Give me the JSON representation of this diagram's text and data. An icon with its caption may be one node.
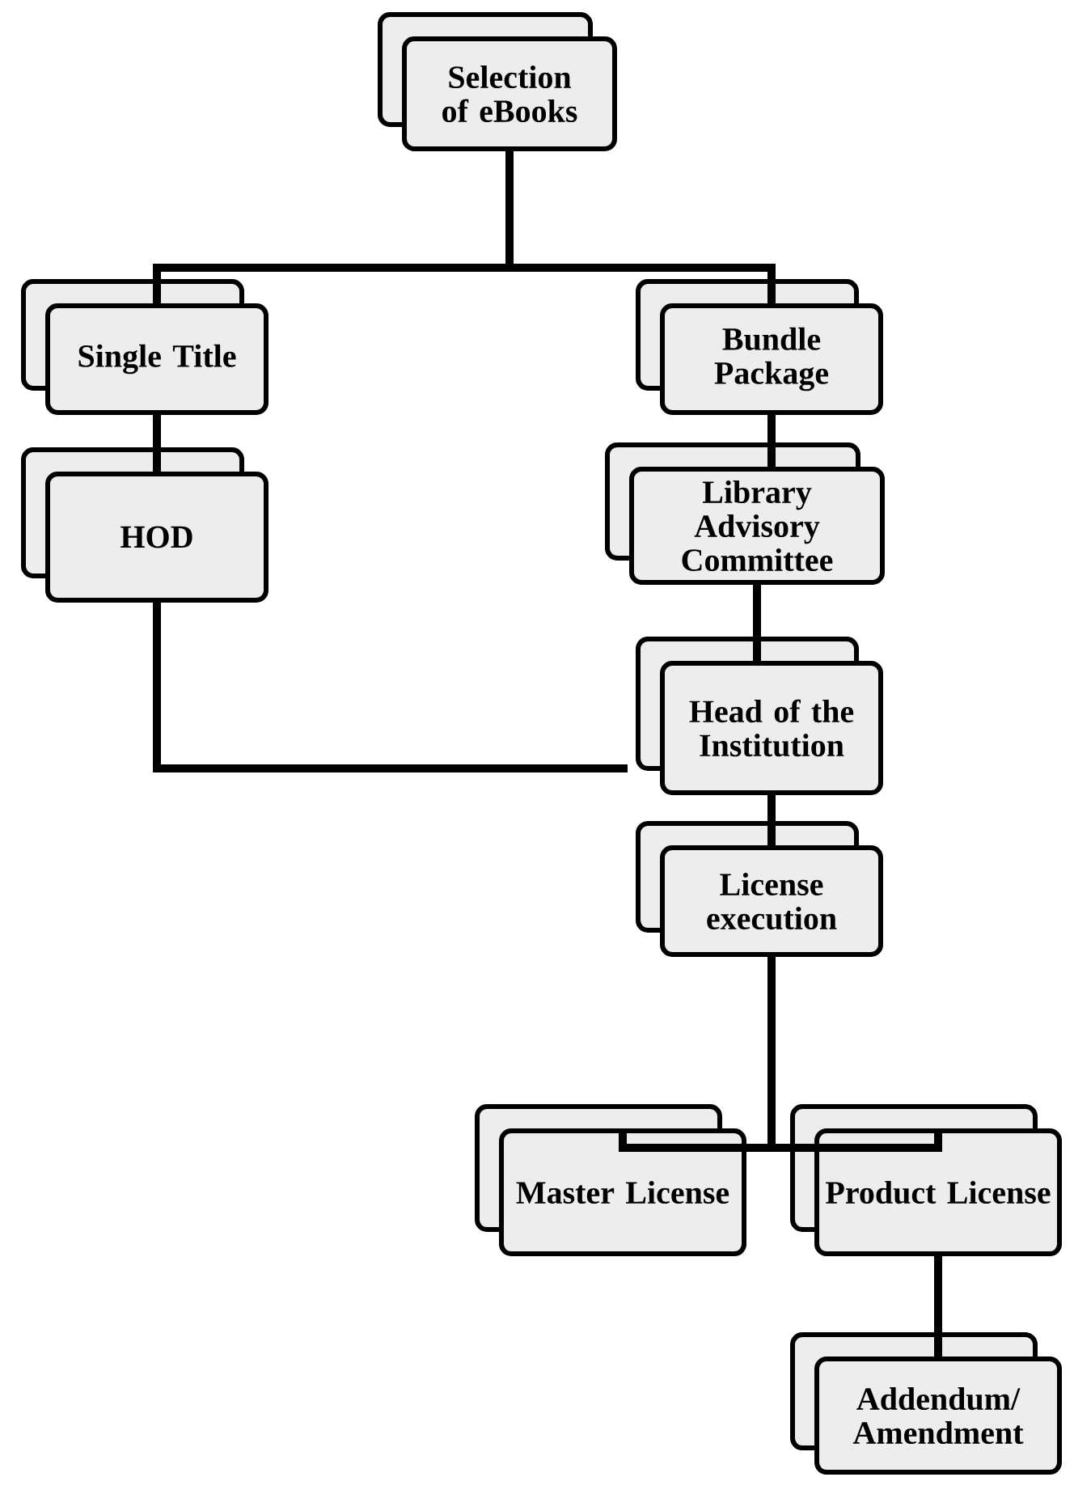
{
  "diagram": {
    "nodes": [
      {
        "text": [
          "Selection of eBooks"
        ]
      },
      {
        "text": [
          "Single Title"
        ]
      },
      {
        "text": [
          "Bundle Package"
        ]
      },
      {
        "text": [
          "HOD"
        ]
      },
      {
        "text": [
          "Library Advisory Committee"
        ]
      },
      {
        "text": [
          "Head of the Institution"
        ]
      },
      {
        "text": [
          "License execution"
        ]
      },
      {
        "text": [
          "Master License"
        ]
      },
      {
        "text": [
          "Product License"
        ]
      },
      {
        "text": [
          "Addendum/ Amendment"
        ]
      }
    ],
    "edges": [
      {
        "from": 0,
        "to": 1,
        "arrow": "none"
      },
      {
        "from": 0,
        "to": 2,
        "arrow": "none"
      },
      {
        "from": 1,
        "to": 3,
        "arrow": "none"
      },
      {
        "from": 2,
        "to": 4,
        "arrow": "none"
      },
      {
        "from": 3,
        "to": 5,
        "arrow": "none"
      },
      {
        "from": 4,
        "to": 5,
        "arrow": "none"
      },
      {
        "from": 5,
        "to": 6,
        "arrow": "none"
      },
      {
        "from": 6,
        "to": 7,
        "arrow": "none"
      },
      {
        "from": 6,
        "to": 8,
        "arrow": "none"
      },
      {
        "from": 8,
        "to": 9,
        "arrow": "none"
      }
    ]
  }
}
